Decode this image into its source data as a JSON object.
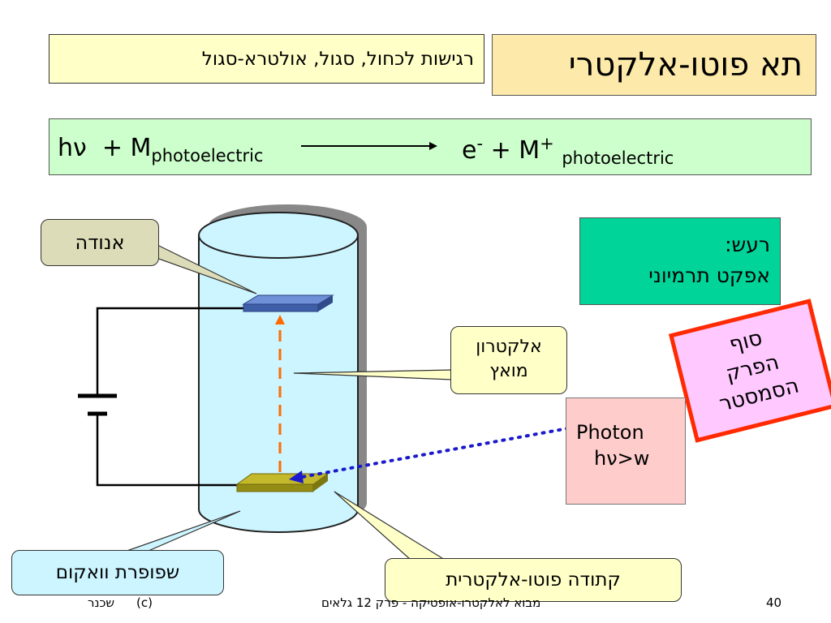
{
  "title": "תא פוטו-אלקטרי",
  "sensitivity": "רגישות לכחול, סגול, אולטרא-סגול",
  "equation": {
    "hnu": "hν",
    "plus_m": "+ M",
    "sub_left": "photoelectric",
    "rhs_e": "e",
    "rhs_e_sup": "-",
    "rhs_m": "+ M",
    "rhs_m_sup": "+",
    "sub_right": "photoelectric"
  },
  "noise": {
    "line1": "רעש:",
    "line2": "אפקט תרמיוני"
  },
  "end_stamp": {
    "line1": "סוף",
    "line2": "הפרק",
    "line3": "הסמסטר"
  },
  "photon": {
    "line1": "Photon",
    "line2": "hν>w"
  },
  "labels": {
    "anode": "אנודה",
    "electron_line1": "אלקטרון",
    "electron_line2": "מואץ",
    "vacuum_tube": "שפופרת וואקום",
    "photo_cathode": "קתודה פוטו-אלקטרית"
  },
  "footer": {
    "copyright": "(c)",
    "author": "שכנר",
    "course": "מבוא לאלקטרו-אופטיקה - פרק 12 גלאים",
    "page_number": "40"
  },
  "colors": {
    "tube_fill": "#ccf5ff",
    "anode_plate": "#4a6fbf",
    "cathode_plate": "#a39a19",
    "electron_path": "#ff6a00",
    "photon_path": "#1a1acc",
    "stamp_border": "#ff2a00"
  }
}
